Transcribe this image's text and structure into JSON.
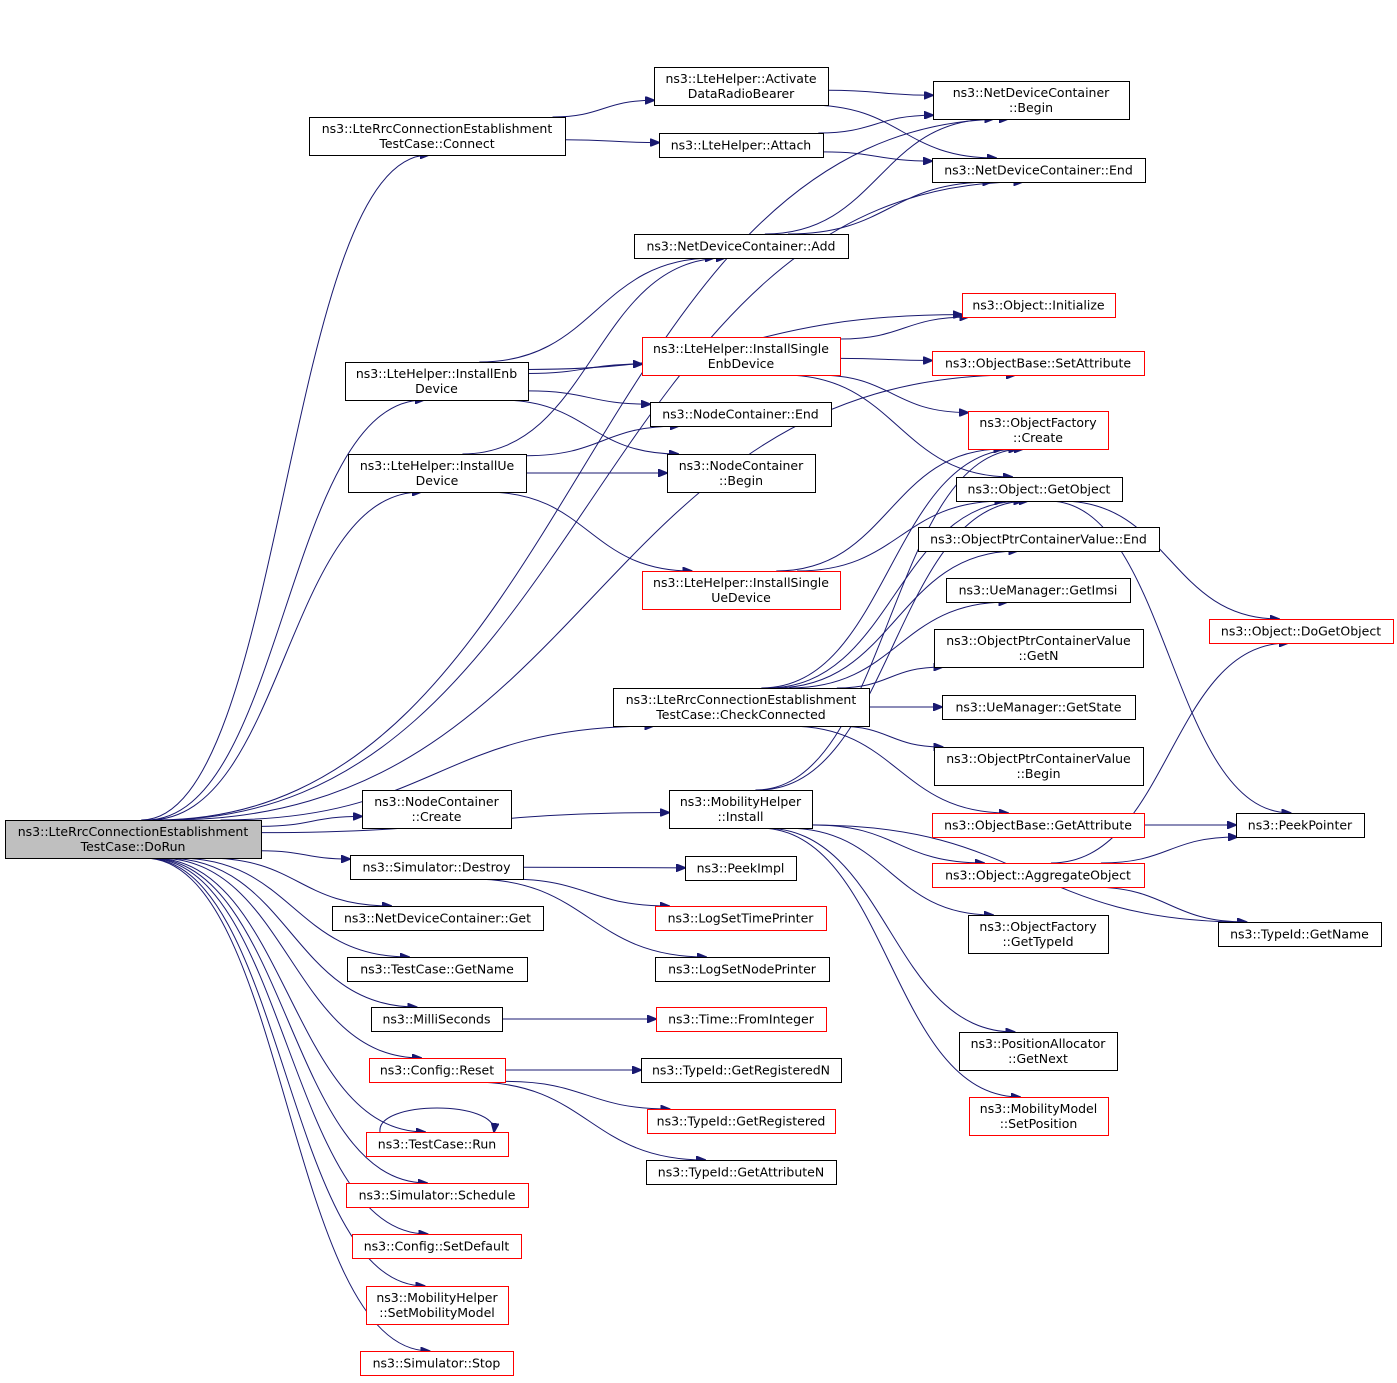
{
  "graph": {
    "edge_color": "#191970",
    "truncated_border_color": "#ff0000",
    "root_fill_color": "#bfbfbf",
    "nodes": [
      {
        "id": "DoRun",
        "lines": [
          "ns3::LteRrcConnectionEstablishment",
          "TestCase::DoRun"
        ],
        "style": "root"
      },
      {
        "id": "Connect",
        "lines": [
          "ns3::LteRrcConnectionEstablishment",
          "TestCase::Connect"
        ],
        "style": "normal"
      },
      {
        "id": "Activate",
        "lines": [
          "ns3::LteHelper::Activate",
          "DataRadioBearer"
        ],
        "style": "normal"
      },
      {
        "id": "Attach",
        "lines": [
          "ns3::LteHelper::Attach"
        ],
        "style": "normal"
      },
      {
        "id": "NDCBegin",
        "lines": [
          "ns3::NetDeviceContainer",
          "::Begin"
        ],
        "style": "normal"
      },
      {
        "id": "NDCEnd",
        "lines": [
          "ns3::NetDeviceContainer::End"
        ],
        "style": "normal"
      },
      {
        "id": "NDCAdd",
        "lines": [
          "ns3::NetDeviceContainer::Add"
        ],
        "style": "normal"
      },
      {
        "id": "ObjInit",
        "lines": [
          "ns3::Object::Initialize"
        ],
        "style": "truncated"
      },
      {
        "id": "InstEnb",
        "lines": [
          "ns3::LteHelper::InstallEnb",
          "Device"
        ],
        "style": "normal"
      },
      {
        "id": "InstSingleEnb",
        "lines": [
          "ns3::LteHelper::InstallSingle",
          "EnbDevice"
        ],
        "style": "truncated"
      },
      {
        "id": "SetAttr",
        "lines": [
          "ns3::ObjectBase::SetAttribute"
        ],
        "style": "truncated"
      },
      {
        "id": "NCEnd",
        "lines": [
          "ns3::NodeContainer::End"
        ],
        "style": "normal"
      },
      {
        "id": "OFCreate",
        "lines": [
          "ns3::ObjectFactory",
          "::Create"
        ],
        "style": "truncated"
      },
      {
        "id": "InstUe",
        "lines": [
          "ns3::LteHelper::InstallUe",
          "Device"
        ],
        "style": "normal"
      },
      {
        "id": "NCBegin",
        "lines": [
          "ns3::NodeContainer",
          "::Begin"
        ],
        "style": "normal"
      },
      {
        "id": "GetObject",
        "lines": [
          "ns3::Object::GetObject"
        ],
        "style": "normal"
      },
      {
        "id": "OPCVEnd",
        "lines": [
          "ns3::ObjectPtrContainerValue::End"
        ],
        "style": "normal"
      },
      {
        "id": "InstSingleUe",
        "lines": [
          "ns3::LteHelper::InstallSingle",
          "UeDevice"
        ],
        "style": "truncated"
      },
      {
        "id": "GetImsi",
        "lines": [
          "ns3::UeManager::GetImsi"
        ],
        "style": "normal"
      },
      {
        "id": "DoGetObject",
        "lines": [
          "ns3::Object::DoGetObject"
        ],
        "style": "truncated"
      },
      {
        "id": "OPCVGetN",
        "lines": [
          "ns3::ObjectPtrContainerValue",
          "::GetN"
        ],
        "style": "normal"
      },
      {
        "id": "CheckConn",
        "lines": [
          "ns3::LteRrcConnectionEstablishment",
          "TestCase::CheckConnected"
        ],
        "style": "normal"
      },
      {
        "id": "GetState",
        "lines": [
          "ns3::UeManager::GetState"
        ],
        "style": "normal"
      },
      {
        "id": "OPCVBegin",
        "lines": [
          "ns3::ObjectPtrContainerValue",
          "::Begin"
        ],
        "style": "normal"
      },
      {
        "id": "MobInstall",
        "lines": [
          "ns3::MobilityHelper",
          "::Install"
        ],
        "style": "normal"
      },
      {
        "id": "NCCreate",
        "lines": [
          "ns3::NodeContainer",
          "::Create"
        ],
        "style": "normal"
      },
      {
        "id": "GetAttr",
        "lines": [
          "ns3::ObjectBase::GetAttribute"
        ],
        "style": "truncated"
      },
      {
        "id": "PeekPointer",
        "lines": [
          "ns3::PeekPointer"
        ],
        "style": "normal"
      },
      {
        "id": "SimDestroy",
        "lines": [
          "ns3::Simulator::Destroy"
        ],
        "style": "normal"
      },
      {
        "id": "PeekImpl",
        "lines": [
          "ns3::PeekImpl"
        ],
        "style": "normal"
      },
      {
        "id": "Aggregate",
        "lines": [
          "ns3::Object::AggregateObject"
        ],
        "style": "truncated"
      },
      {
        "id": "NDCGet",
        "lines": [
          "ns3::NetDeviceContainer::Get"
        ],
        "style": "normal"
      },
      {
        "id": "LogSetTime",
        "lines": [
          "ns3::LogSetTimePrinter"
        ],
        "style": "truncated"
      },
      {
        "id": "OFGetTypeId",
        "lines": [
          "ns3::ObjectFactory",
          "::GetTypeId"
        ],
        "style": "normal"
      },
      {
        "id": "TypeIdGetName",
        "lines": [
          "ns3::TypeId::GetName"
        ],
        "style": "normal"
      },
      {
        "id": "TCGetName",
        "lines": [
          "ns3::TestCase::GetName"
        ],
        "style": "normal"
      },
      {
        "id": "LogSetNode",
        "lines": [
          "ns3::LogSetNodePrinter"
        ],
        "style": "normal"
      },
      {
        "id": "MilliSeconds",
        "lines": [
          "ns3::MilliSeconds"
        ],
        "style": "normal"
      },
      {
        "id": "FromInteger",
        "lines": [
          "ns3::Time::FromInteger"
        ],
        "style": "truncated"
      },
      {
        "id": "PAGetNext",
        "lines": [
          "ns3::PositionAllocator",
          "::GetNext"
        ],
        "style": "normal"
      },
      {
        "id": "ConfigReset",
        "lines": [
          "ns3::Config::Reset"
        ],
        "style": "truncated"
      },
      {
        "id": "GetRegN",
        "lines": [
          "ns3::TypeId::GetRegisteredN"
        ],
        "style": "normal"
      },
      {
        "id": "MMSetPos",
        "lines": [
          "ns3::MobilityModel",
          "::SetPosition"
        ],
        "style": "truncated"
      },
      {
        "id": "GetReg",
        "lines": [
          "ns3::TypeId::GetRegistered"
        ],
        "style": "truncated"
      },
      {
        "id": "TCRun",
        "lines": [
          "ns3::TestCase::Run"
        ],
        "style": "truncated"
      },
      {
        "id": "GetAttrN",
        "lines": [
          "ns3::TypeId::GetAttributeN"
        ],
        "style": "normal"
      },
      {
        "id": "SimSchedule",
        "lines": [
          "ns3::Simulator::Schedule"
        ],
        "style": "truncated"
      },
      {
        "id": "SetDefault",
        "lines": [
          "ns3::Config::SetDefault"
        ],
        "style": "truncated"
      },
      {
        "id": "SetMobModel",
        "lines": [
          "ns3::MobilityHelper",
          "::SetMobilityModel"
        ],
        "style": "truncated"
      },
      {
        "id": "SimStop",
        "lines": [
          "ns3::Simulator::Stop"
        ],
        "style": "truncated"
      }
    ],
    "edges": [
      [
        "DoRun",
        "Connect"
      ],
      [
        "DoRun",
        "NDCBegin"
      ],
      [
        "DoRun",
        "NDCEnd"
      ],
      [
        "DoRun",
        "InstEnb"
      ],
      [
        "DoRun",
        "InstUe"
      ],
      [
        "DoRun",
        "SetAttr"
      ],
      [
        "DoRun",
        "CheckConn"
      ],
      [
        "DoRun",
        "MobInstall"
      ],
      [
        "DoRun",
        "NCCreate"
      ],
      [
        "DoRun",
        "SimDestroy"
      ],
      [
        "DoRun",
        "NDCGet"
      ],
      [
        "DoRun",
        "TCGetName"
      ],
      [
        "DoRun",
        "MilliSeconds"
      ],
      [
        "DoRun",
        "ConfigReset"
      ],
      [
        "DoRun",
        "TCRun"
      ],
      [
        "DoRun",
        "SimSchedule"
      ],
      [
        "DoRun",
        "SetDefault"
      ],
      [
        "DoRun",
        "SetMobModel"
      ],
      [
        "DoRun",
        "SimStop"
      ],
      [
        "Connect",
        "Activate"
      ],
      [
        "Connect",
        "Attach"
      ],
      [
        "Activate",
        "NDCBegin"
      ],
      [
        "Activate",
        "NDCEnd"
      ],
      [
        "Attach",
        "NDCBegin"
      ],
      [
        "Attach",
        "NDCEnd"
      ],
      [
        "NDCAdd",
        "NDCBegin"
      ],
      [
        "NDCAdd",
        "NDCEnd"
      ],
      [
        "InstEnb",
        "NDCAdd"
      ],
      [
        "InstEnb",
        "ObjInit"
      ],
      [
        "InstEnb",
        "InstSingleEnb"
      ],
      [
        "InstEnb",
        "NCEnd"
      ],
      [
        "InstEnb",
        "NCBegin"
      ],
      [
        "InstSingleEnb",
        "ObjInit"
      ],
      [
        "InstSingleEnb",
        "SetAttr"
      ],
      [
        "InstSingleEnb",
        "OFCreate"
      ],
      [
        "InstSingleEnb",
        "GetObject"
      ],
      [
        "InstUe",
        "NDCAdd"
      ],
      [
        "InstUe",
        "NCEnd"
      ],
      [
        "InstUe",
        "NCBegin"
      ],
      [
        "InstUe",
        "InstSingleUe"
      ],
      [
        "InstSingleUe",
        "OFCreate"
      ],
      [
        "InstSingleUe",
        "GetObject"
      ],
      [
        "GetObject",
        "DoGetObject"
      ],
      [
        "GetObject",
        "PeekPointer"
      ],
      [
        "CheckConn",
        "GetObject"
      ],
      [
        "CheckConn",
        "OFCreate"
      ],
      [
        "CheckConn",
        "OPCVEnd"
      ],
      [
        "CheckConn",
        "GetImsi"
      ],
      [
        "CheckConn",
        "OPCVGetN"
      ],
      [
        "CheckConn",
        "GetState"
      ],
      [
        "CheckConn",
        "OPCVBegin"
      ],
      [
        "CheckConn",
        "GetAttr"
      ],
      [
        "MobInstall",
        "OFCreate"
      ],
      [
        "MobInstall",
        "GetObject"
      ],
      [
        "MobInstall",
        "Aggregate"
      ],
      [
        "MobInstall",
        "OFGetTypeId"
      ],
      [
        "MobInstall",
        "TypeIdGetName"
      ],
      [
        "MobInstall",
        "PAGetNext"
      ],
      [
        "MobInstall",
        "MMSetPos"
      ],
      [
        "GetAttr",
        "PeekPointer"
      ],
      [
        "Aggregate",
        "DoGetObject"
      ],
      [
        "Aggregate",
        "PeekPointer"
      ],
      [
        "Aggregate",
        "TypeIdGetName"
      ],
      [
        "SimDestroy",
        "PeekImpl"
      ],
      [
        "SimDestroy",
        "LogSetTime"
      ],
      [
        "SimDestroy",
        "LogSetNode"
      ],
      [
        "MilliSeconds",
        "FromInteger"
      ],
      [
        "ConfigReset",
        "GetRegN"
      ],
      [
        "ConfigReset",
        "GetReg"
      ],
      [
        "ConfigReset",
        "GetAttrN"
      ],
      [
        "TCRun",
        "TCRun"
      ]
    ]
  }
}
